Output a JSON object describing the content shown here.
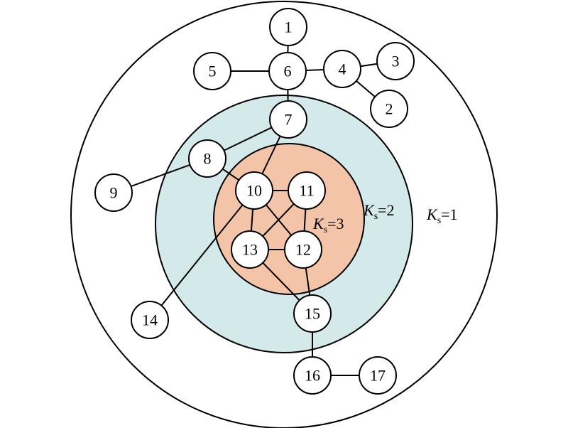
{
  "colors": {
    "outer_fill": "#ffffff",
    "mid_fill": "#d3e9ea",
    "inner_fill": "#f3c4a7",
    "stroke": "#000000"
  },
  "shells": {
    "k1": {
      "prefix": "K",
      "sub": "s",
      "suffix": "=1"
    },
    "k2": {
      "prefix": "K",
      "sub": "s",
      "suffix": "=2"
    },
    "k3": {
      "prefix": "K",
      "sub": "s",
      "suffix": "=3"
    }
  },
  "nodes": [
    {
      "id": "1",
      "label": "1"
    },
    {
      "id": "2",
      "label": "2"
    },
    {
      "id": "3",
      "label": "3"
    },
    {
      "id": "4",
      "label": "4"
    },
    {
      "id": "5",
      "label": "5"
    },
    {
      "id": "6",
      "label": "6"
    },
    {
      "id": "7",
      "label": "7"
    },
    {
      "id": "8",
      "label": "8"
    },
    {
      "id": "9",
      "label": "9"
    },
    {
      "id": "10",
      "label": "10"
    },
    {
      "id": "11",
      "label": "11"
    },
    {
      "id": "12",
      "label": "12"
    },
    {
      "id": "13",
      "label": "13"
    },
    {
      "id": "14",
      "label": "14"
    },
    {
      "id": "15",
      "label": "15"
    },
    {
      "id": "16",
      "label": "16"
    },
    {
      "id": "17",
      "label": "17"
    }
  ],
  "edges": [
    [
      "1",
      "6"
    ],
    [
      "5",
      "6"
    ],
    [
      "6",
      "4"
    ],
    [
      "4",
      "3"
    ],
    [
      "4",
      "2"
    ],
    [
      "6",
      "7"
    ],
    [
      "7",
      "8"
    ],
    [
      "8",
      "9"
    ],
    [
      "8",
      "10"
    ],
    [
      "7",
      "10"
    ],
    [
      "10",
      "11"
    ],
    [
      "10",
      "13"
    ],
    [
      "10",
      "12"
    ],
    [
      "11",
      "13"
    ],
    [
      "11",
      "12"
    ],
    [
      "13",
      "12"
    ],
    [
      "10",
      "14"
    ],
    [
      "13",
      "15"
    ],
    [
      "12",
      "15"
    ],
    [
      "15",
      "16"
    ],
    [
      "16",
      "17"
    ]
  ]
}
